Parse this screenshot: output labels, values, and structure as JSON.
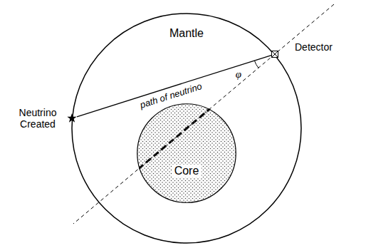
{
  "diagram": {
    "nodes": [
      {
        "text": [
          "Mantle"
        ]
      },
      {
        "text": [
          "Core"
        ],
        "in": 0
      },
      {
        "text": [
          "Neutrino Created"
        ]
      },
      {
        "text": [
          "Detector"
        ]
      }
    ],
    "edges": [
      {
        "from": 2,
        "to": 3,
        "arrow": "none",
        "label": "path of neutrino"
      }
    ],
    "labels": [
      "φ"
    ]
  }
}
